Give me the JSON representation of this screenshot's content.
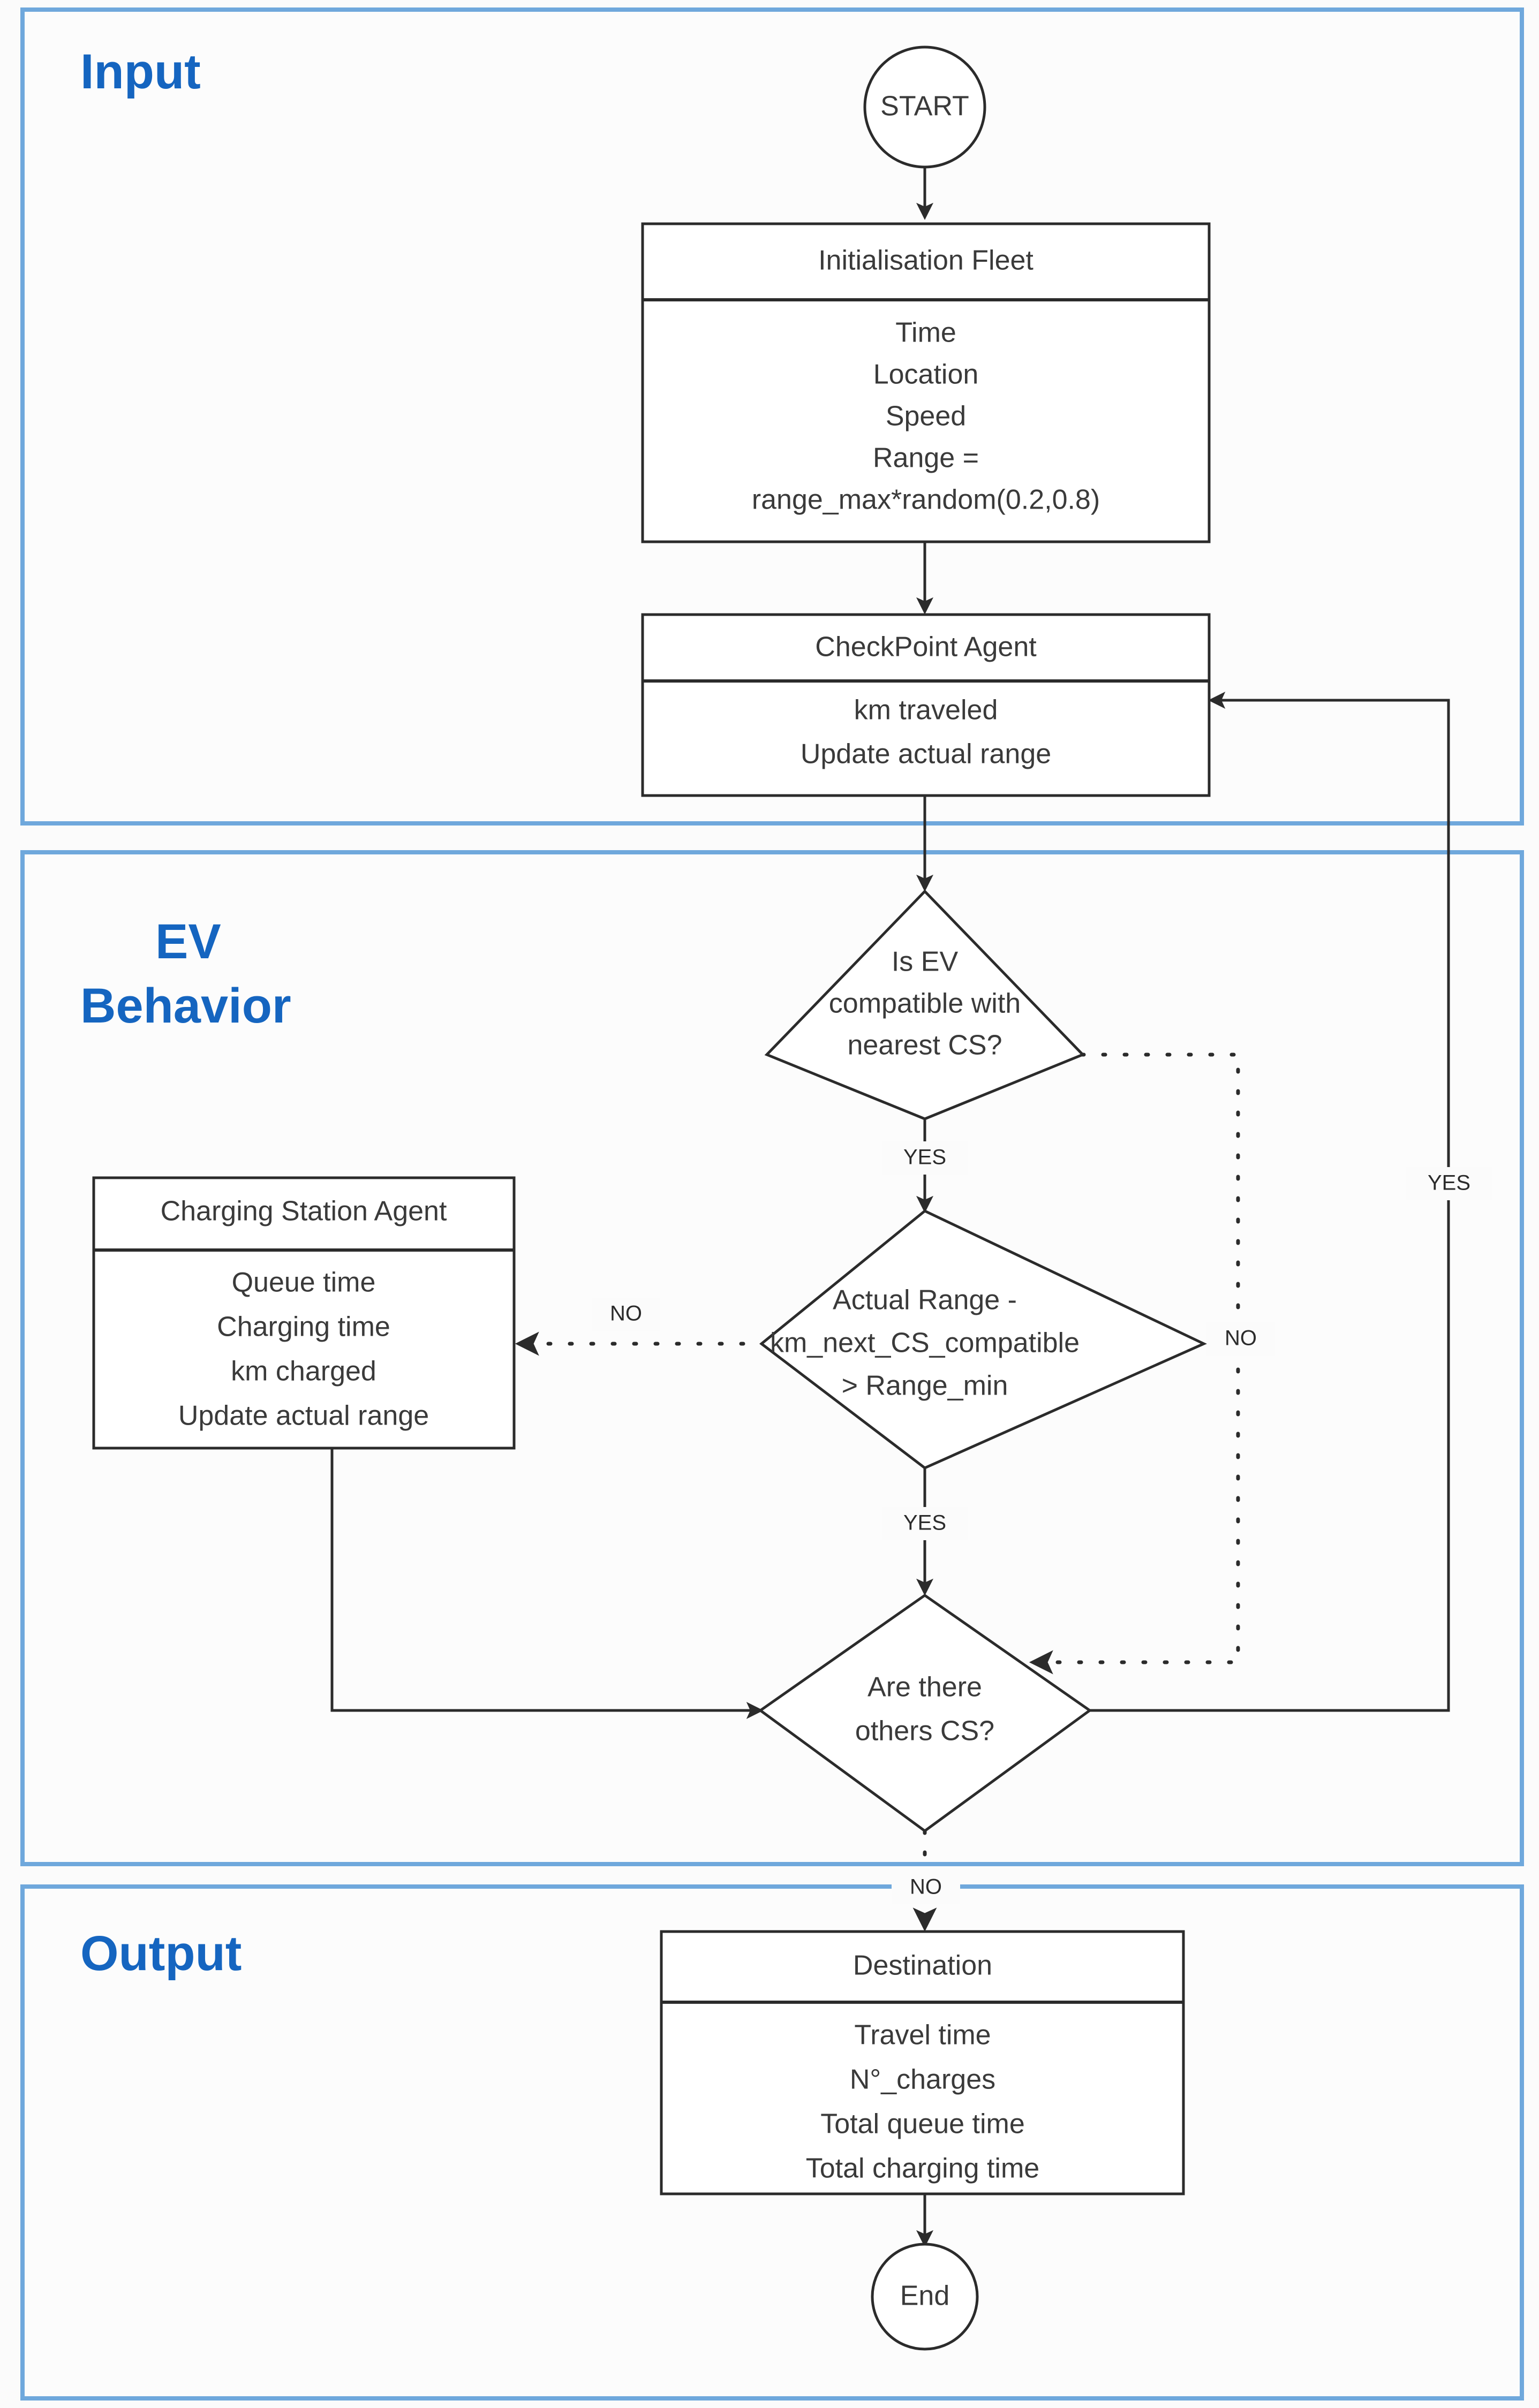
{
  "diagram": {
    "title": "EV Fleet Charging Simulation Flowchart",
    "accent_color": "#1565C0",
    "lane_border_color": "#6FA8DC",
    "shape_stroke_color": "#2b2b2b"
  },
  "lanes": [
    {
      "id": "input",
      "label": "Input"
    },
    {
      "id": "ev_behavior",
      "label_line1": "EV",
      "label_line2": "Behavior"
    },
    {
      "id": "output",
      "label": "Output"
    }
  ],
  "nodes": {
    "start": {
      "type": "terminator",
      "label": "START"
    },
    "init_fleet": {
      "type": "class-box",
      "title": "Initialisation Fleet",
      "lines": [
        "Time",
        "Location",
        "Speed",
        "Range =",
        "range_max*random(0.2,0.8)"
      ]
    },
    "checkpoint_agent": {
      "type": "class-box",
      "title": "CheckPoint Agent",
      "lines": [
        "km traveled",
        "Update actual range"
      ]
    },
    "decision_compat": {
      "type": "decision",
      "lines": [
        "Is EV",
        "compatible with",
        "nearest CS?"
      ]
    },
    "charging_station_agent": {
      "type": "class-box",
      "title": "Charging Station Agent",
      "lines": [
        "Queue time",
        "Charging time",
        "km charged",
        "Update actual range"
      ]
    },
    "decision_range": {
      "type": "decision",
      "lines": [
        "Actual Range -",
        "km_next_CS_compatible",
        "> Range_min"
      ]
    },
    "decision_others_cs": {
      "type": "decision",
      "lines": [
        "Are there",
        "others CS?"
      ]
    },
    "destination": {
      "type": "class-box",
      "title": "Destination",
      "lines": [
        "Travel time",
        "N°_charges",
        "Total queue time",
        "Total charging time"
      ]
    },
    "end": {
      "type": "terminator",
      "label": "End"
    }
  },
  "edges": [
    {
      "id": "e1",
      "from": "start",
      "to": "init_fleet",
      "label": "",
      "style": "solid"
    },
    {
      "id": "e2",
      "from": "init_fleet",
      "to": "checkpoint_agent",
      "label": "",
      "style": "solid"
    },
    {
      "id": "e3",
      "from": "checkpoint_agent",
      "to": "decision_compat",
      "label": "",
      "style": "solid"
    },
    {
      "id": "e4",
      "from": "decision_compat",
      "to": "decision_range",
      "label": "YES",
      "style": "solid"
    },
    {
      "id": "e5",
      "from": "decision_compat",
      "to": "decision_others_cs",
      "label": "NO",
      "style": "dotted"
    },
    {
      "id": "e6",
      "from": "decision_range",
      "to": "charging_station_agent",
      "label": "NO",
      "style": "dotted"
    },
    {
      "id": "e7",
      "from": "decision_range",
      "to": "decision_others_cs",
      "label": "YES",
      "style": "solid"
    },
    {
      "id": "e8",
      "from": "charging_station_agent",
      "to": "decision_others_cs",
      "label": "",
      "style": "solid"
    },
    {
      "id": "e9",
      "from": "decision_others_cs",
      "to": "checkpoint_agent",
      "label": "YES",
      "style": "solid"
    },
    {
      "id": "e10",
      "from": "decision_others_cs",
      "to": "destination",
      "label": "NO",
      "style": "dotted"
    },
    {
      "id": "e11",
      "from": "destination",
      "to": "end",
      "label": "",
      "style": "solid"
    }
  ],
  "edge_labels": {
    "yes_compat": "YES",
    "no_compat": "NO",
    "no_range": "NO",
    "yes_range": "YES",
    "yes_others": "YES",
    "no_others": "NO"
  }
}
